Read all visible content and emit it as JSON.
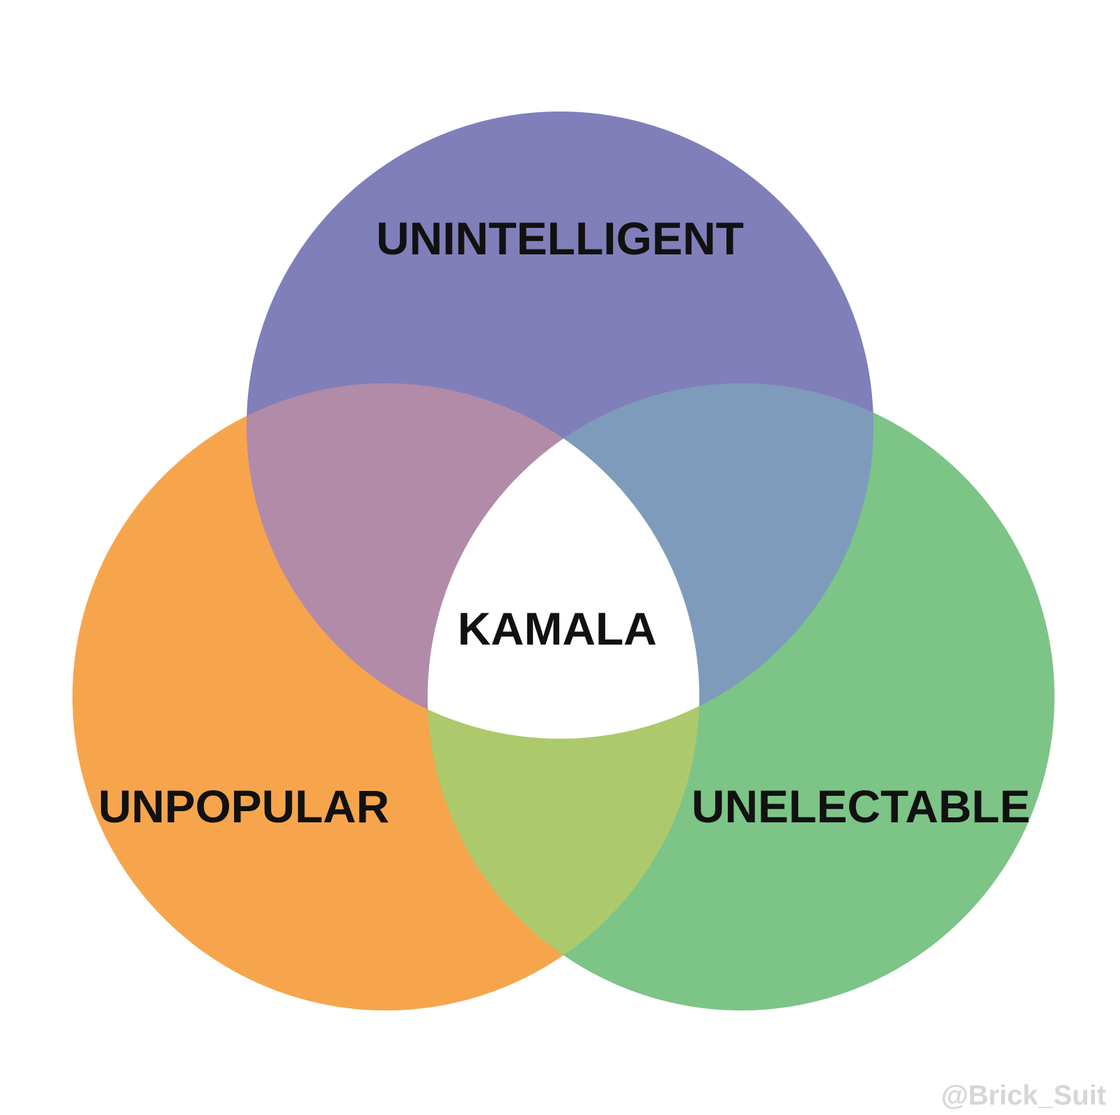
{
  "diagram": {
    "sets": [
      {
        "id": "top",
        "label": "UNINTELLIGENT",
        "color": "#807fba"
      },
      {
        "id": "left",
        "label": "UNPOPULAR",
        "color": "#f6a54d"
      },
      {
        "id": "right",
        "label": "UNELECTABLE",
        "color": "#7dc487"
      }
    ],
    "intersections": {
      "top_left": "#b28ba8",
      "top_right": "#7e9bbc",
      "left_right": "#acca6c"
    },
    "center": {
      "label": "KAMALA",
      "color": "#ffffff"
    }
  },
  "watermark": "@Brick_Suit"
}
